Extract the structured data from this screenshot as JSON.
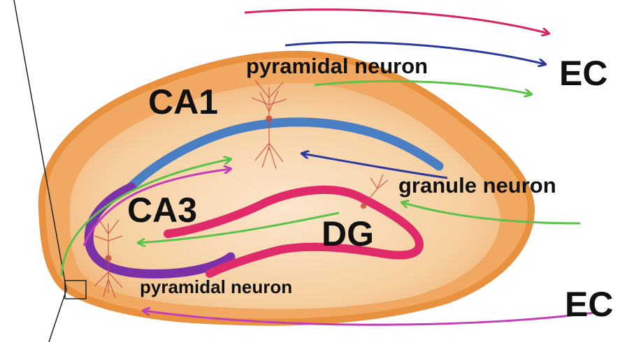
{
  "labels": {
    "ca1": "CA1",
    "ca3": "CA3",
    "dg": "DG",
    "ec_top": "EC",
    "ec_bottom": "EC",
    "pyramidal_top": "pyramidal neuron",
    "pyramidal_bottom": "pyramidal neuron",
    "granule": "granule neuron"
  },
  "colors": {
    "hippocampus_outer": "#f0a862",
    "hippocampus_edge": "#e8913f",
    "hippocampus_inner": "#f8dcb8",
    "ca1_layer": "#4a7fc4",
    "ca3_layer": "#7b32a8",
    "dg_layer": "#e02a6a",
    "arrow_red": "#d9245e",
    "arrow_blue": "#2b3a9e",
    "arrow_green": "#5cc24a",
    "arrow_magenta": "#c23fb8",
    "neuron": "#c84a3a"
  }
}
